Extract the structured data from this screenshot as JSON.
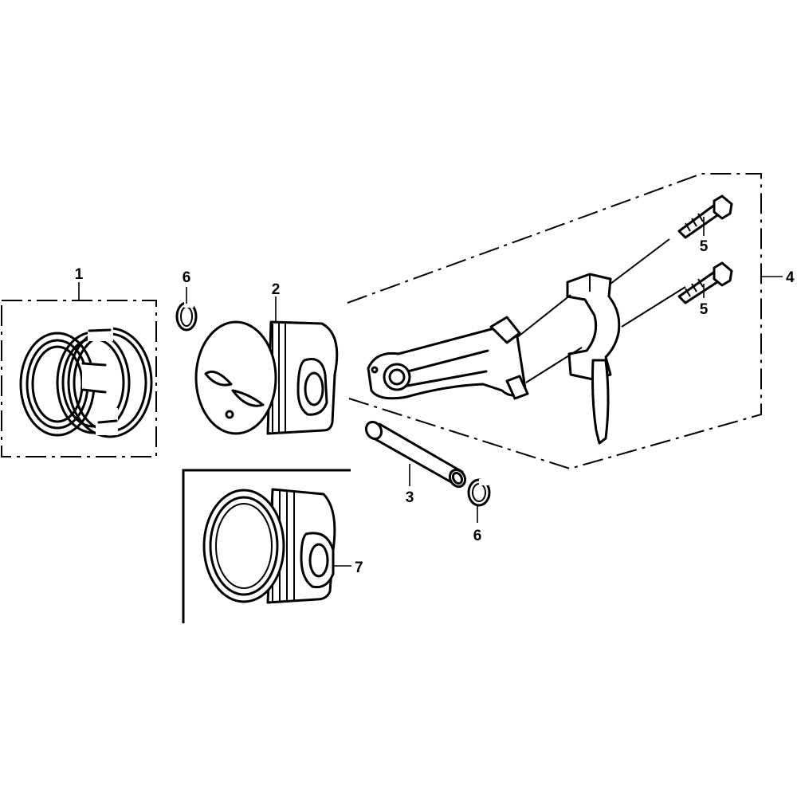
{
  "diagram": {
    "callouts": [
      {
        "id": "c1",
        "label": "1",
        "part": "piston-ring-set"
      },
      {
        "id": "c2",
        "label": "2",
        "part": "piston"
      },
      {
        "id": "c3",
        "label": "3",
        "part": "piston-pin"
      },
      {
        "id": "c4",
        "label": "4",
        "part": "connecting-rod-assembly"
      },
      {
        "id": "c5a",
        "label": "5",
        "part": "connecting-rod-bolt-upper"
      },
      {
        "id": "c5b",
        "label": "5",
        "part": "connecting-rod-bolt-lower"
      },
      {
        "id": "c6a",
        "label": "6",
        "part": "piston-pin-clip-left"
      },
      {
        "id": "c6b",
        "label": "6",
        "part": "piston-pin-clip-right"
      },
      {
        "id": "c7",
        "label": "7",
        "part": "piston-alternate"
      }
    ]
  }
}
